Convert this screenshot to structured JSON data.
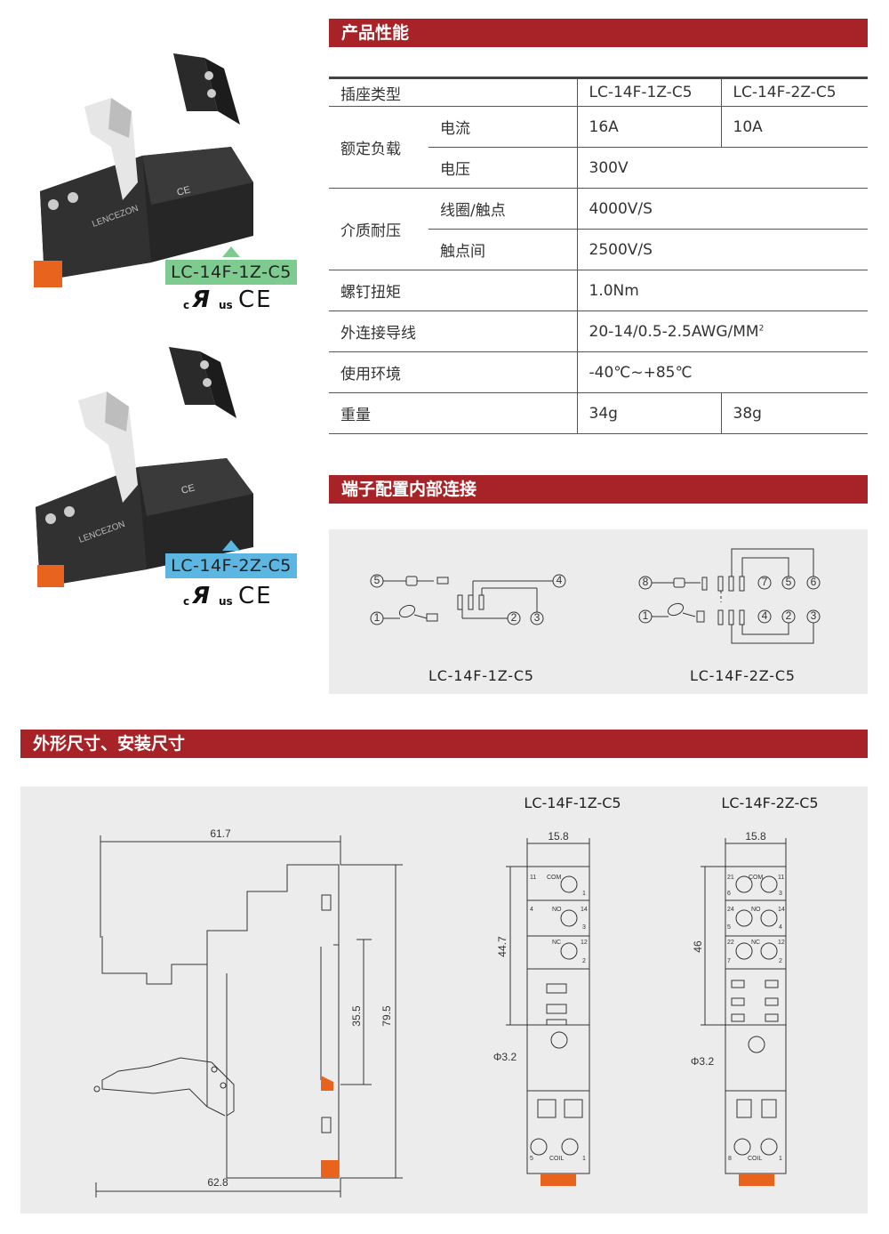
{
  "sections": {
    "performance": "产品性能",
    "terminal": "端子配置内部连接",
    "dimensions": "外形尺寸、安装尺寸"
  },
  "products": [
    {
      "model": "LC-14F-1Z-C5",
      "brand": "LENCEZON",
      "color": "#7ecb8f"
    },
    {
      "model": "LC-14F-2Z-C5",
      "brand": "LENCEZON",
      "color": "#5bb7e2"
    }
  ],
  "cert": {
    "c": "c",
    "ul": "Я",
    "us": "us",
    "ce": "CE"
  },
  "spec": {
    "header": {
      "label": "插座类型",
      "col1": "LC-14F-1Z-C5",
      "col2": "LC-14F-2Z-C5"
    },
    "rated_load": "额定负载",
    "current": "电流",
    "current_1": "16A",
    "current_2": "10A",
    "voltage": "电压",
    "voltage_val": "300V",
    "dielectric": "介质耐压",
    "coil_contact": "线圈/触点",
    "coil_contact_val": "4000V/S",
    "between_contacts": "触点间",
    "between_contacts_val": "2500V/S",
    "torque": "螺钉扭矩",
    "torque_val": "1.0Nm",
    "wire": "外连接导线",
    "wire_val": "20-14/0.5-2.5AWG/MM",
    "wire_sup": "2",
    "env": "使用环境",
    "env_val": "-40℃~+85℃",
    "weight": "重量",
    "weight_1": "34g",
    "weight_2": "38g"
  },
  "diagrams": {
    "d1": {
      "caption": "LC-14F-1Z-C5",
      "pins_top": [
        "5",
        "4"
      ],
      "pins_bottom": [
        "1",
        "2",
        "3"
      ]
    },
    "d2": {
      "caption": "LC-14F-2Z-C5",
      "pins_top": [
        "8",
        "7",
        "5",
        "6"
      ],
      "pins_bottom": [
        "1",
        "4",
        "2",
        "3"
      ]
    }
  },
  "dims": {
    "side": {
      "top": "61.7",
      "bottom": "62.8",
      "mid": "35.5",
      "height": "79.5"
    },
    "front1": {
      "title": "LC-14F-1Z-C5",
      "width": "15.8",
      "height": "44.7",
      "hole": "Φ3.2",
      "labels": [
        "11",
        "COM",
        "NO",
        "14",
        "4",
        "NC",
        "12",
        "1",
        "3",
        "2",
        "5",
        "COIL",
        "1"
      ]
    },
    "front2": {
      "title": "LC-14F-2Z-C5",
      "width": "15.8",
      "height": "46",
      "hole": "Φ3.2",
      "labels": [
        "21",
        "COM",
        "11",
        "24",
        "NO",
        "14",
        "22",
        "NC",
        "12",
        "6",
        "3",
        "5",
        "4",
        "7",
        "2",
        "8",
        "COIL",
        "1"
      ]
    }
  }
}
